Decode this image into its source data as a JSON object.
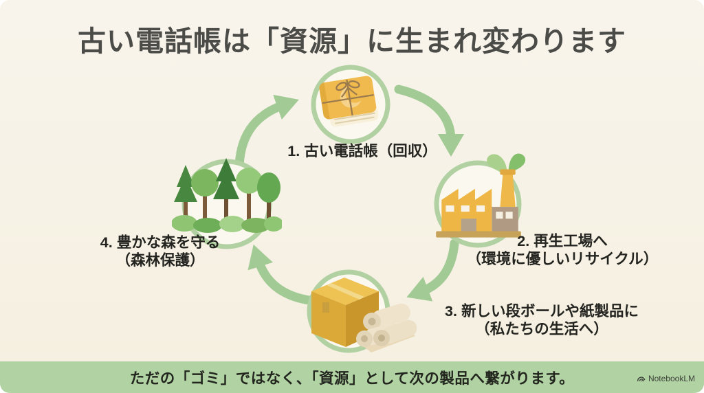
{
  "title": "古い電話帳は「資源」に生まれ変わります",
  "cycle": {
    "direction": "clockwise",
    "steps": [
      {
        "id": 1,
        "icon": "phonebook-icon",
        "line1": "1. 古い電話帳（回収）",
        "line2": ""
      },
      {
        "id": 2,
        "icon": "factory-icon",
        "line1": "2. 再生工場へ",
        "line2": "（環境に優しいリサイクル）"
      },
      {
        "id": 3,
        "icon": "cardboard-box-icon",
        "line1": "3. 新しい段ボールや紙製品に",
        "line2": "（私たちの生活へ）"
      },
      {
        "id": 4,
        "icon": "forest-icon",
        "line1": "4. 豊かな森を守る",
        "line2": "（森林保護）"
      }
    ]
  },
  "footer": {
    "message": "ただの「ゴミ」ではなく、「資源」として次の製品へ繋がります。",
    "watermark": "NotebookLM"
  },
  "colors": {
    "background_cream": "#f6f1e3",
    "banner_green": "#b1d2a2",
    "arrow_green": "#a2ca95",
    "ring_green": "#b2d1a3",
    "title_gray": "#4b4b48",
    "label_black": "#23231f",
    "icon_yellow": "#eeb748",
    "icon_brown": "#b19a83",
    "leaf_green": "#84bf6c"
  }
}
